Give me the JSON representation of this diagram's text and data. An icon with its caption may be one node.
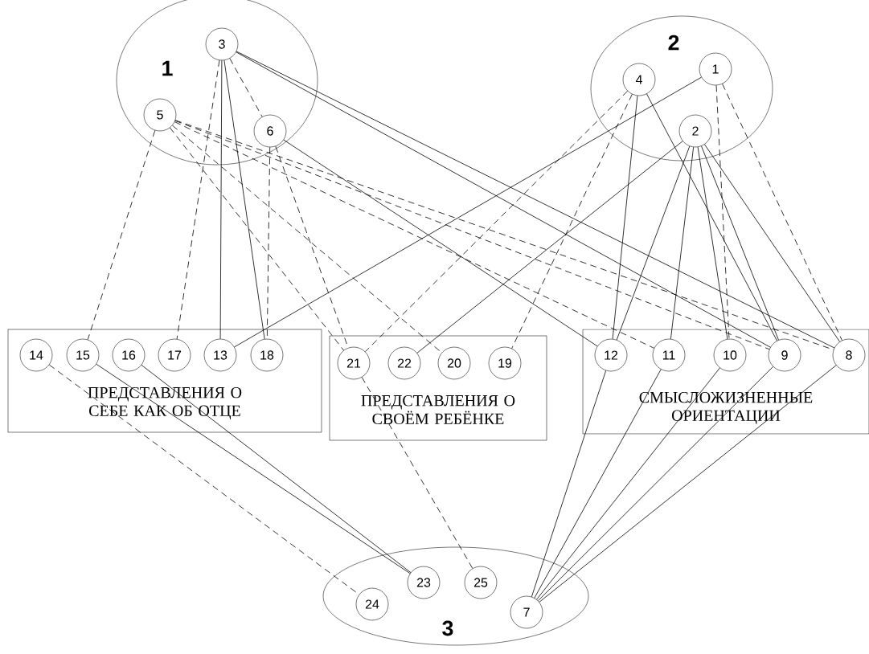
{
  "diagram": {
    "nodes": [
      {
        "text": [
          "1"
        ]
      },
      {
        "text": [
          "3"
        ],
        "in": 0
      },
      {
        "text": [
          "5"
        ],
        "in": 0
      },
      {
        "text": [
          "6"
        ],
        "in": 0
      },
      {
        "text": [
          "2"
        ]
      },
      {
        "text": [
          "4"
        ],
        "in": 4
      },
      {
        "text": [
          "1"
        ],
        "in": 4
      },
      {
        "text": [
          "2"
        ],
        "in": 4
      },
      {
        "text": [
          "ПРЕДСТАВЛЕНИЯ О СЕБЕ КАК ОБ ОТЦЕ"
        ]
      },
      {
        "text": [
          "14"
        ],
        "in": 8
      },
      {
        "text": [
          "15"
        ],
        "in": 8
      },
      {
        "text": [
          "16"
        ],
        "in": 8
      },
      {
        "text": [
          "17"
        ],
        "in": 8
      },
      {
        "text": [
          "13"
        ],
        "in": 8
      },
      {
        "text": [
          "18"
        ],
        "in": 8
      },
      {
        "text": [
          "ПРЕДСТАВЛЕНИЯ О СВОЁМ РЕБЁНКЕ"
        ]
      },
      {
        "text": [
          "21"
        ],
        "in": 15
      },
      {
        "text": [
          "22"
        ],
        "in": 15
      },
      {
        "text": [
          "20"
        ],
        "in": 15
      },
      {
        "text": [
          "19"
        ],
        "in": 15
      },
      {
        "text": [
          "СМЫСЛОЖИЗНЕННЫЕ ОРИЕНТАЦИИ"
        ]
      },
      {
        "text": [
          "12"
        ],
        "in": 20
      },
      {
        "text": [
          "11"
        ],
        "in": 20
      },
      {
        "text": [
          "10"
        ],
        "in": 20
      },
      {
        "text": [
          "9"
        ],
        "in": 20
      },
      {
        "text": [
          "8"
        ],
        "in": 20
      },
      {
        "text": [
          "3"
        ]
      },
      {
        "text": [
          "23"
        ],
        "in": 26
      },
      {
        "text": [
          "25"
        ],
        "in": 26
      },
      {
        "text": [
          "24"
        ],
        "in": 26
      },
      {
        "text": [
          "7"
        ],
        "in": 26
      }
    ],
    "edges": [
      {
        "from": 1,
        "to": 3,
        "arrow": "none",
        "style": "dashed"
      },
      {
        "from": 1,
        "to": 12,
        "arrow": "none",
        "style": "dashed"
      },
      {
        "from": 1,
        "to": 13,
        "arrow": "none"
      },
      {
        "from": 1,
        "to": 14,
        "arrow": "none"
      },
      {
        "from": 1,
        "to": 24,
        "arrow": "none"
      },
      {
        "from": 1,
        "to": 25,
        "arrow": "none"
      },
      {
        "from": 2,
        "to": 10,
        "arrow": "none",
        "style": "dashed"
      },
      {
        "from": 2,
        "to": 16,
        "arrow": "none",
        "style": "dashed"
      },
      {
        "from": 2,
        "to": 18,
        "arrow": "none",
        "style": "dashed"
      },
      {
        "from": 2,
        "to": 22,
        "arrow": "none",
        "style": "dashed"
      },
      {
        "from": 2,
        "to": 24,
        "arrow": "none",
        "style": "dashed"
      },
      {
        "from": 2,
        "to": 25,
        "arrow": "none",
        "style": "dashed"
      },
      {
        "from": 3,
        "to": 14,
        "arrow": "none",
        "style": "dashed"
      },
      {
        "from": 3,
        "to": 16,
        "arrow": "none",
        "style": "dashed"
      },
      {
        "from": 3,
        "to": 21,
        "arrow": "none"
      },
      {
        "from": 5,
        "to": 16,
        "arrow": "none",
        "style": "dashed"
      },
      {
        "from": 5,
        "to": 19,
        "arrow": "none",
        "style": "dashed"
      },
      {
        "from": 5,
        "to": 21,
        "arrow": "none"
      },
      {
        "from": 5,
        "to": 24,
        "arrow": "none"
      },
      {
        "from": 6,
        "to": 13,
        "arrow": "none"
      },
      {
        "from": 6,
        "to": 23,
        "arrow": "none",
        "style": "dashed"
      },
      {
        "from": 6,
        "to": 25,
        "arrow": "none",
        "style": "dashed"
      },
      {
        "from": 7,
        "to": 17,
        "arrow": "none"
      },
      {
        "from": 7,
        "to": 21,
        "arrow": "none"
      },
      {
        "from": 7,
        "to": 22,
        "arrow": "none"
      },
      {
        "from": 7,
        "to": 23,
        "arrow": "none"
      },
      {
        "from": 7,
        "to": 24,
        "arrow": "none"
      },
      {
        "from": 7,
        "to": 25,
        "arrow": "none"
      },
      {
        "from": 9,
        "to": 29,
        "arrow": "none",
        "style": "dashed"
      },
      {
        "from": 10,
        "to": 27,
        "arrow": "none"
      },
      {
        "from": 11,
        "to": 27,
        "arrow": "none"
      },
      {
        "from": 16,
        "to": 28,
        "arrow": "none",
        "style": "dashed"
      },
      {
        "from": 21,
        "to": 30,
        "arrow": "none"
      },
      {
        "from": 22,
        "to": 30,
        "arrow": "none"
      },
      {
        "from": 23,
        "to": 30,
        "arrow": "none"
      },
      {
        "from": 24,
        "to": 30,
        "arrow": "none"
      },
      {
        "from": 25,
        "to": 30,
        "arrow": "none"
      }
    ]
  }
}
